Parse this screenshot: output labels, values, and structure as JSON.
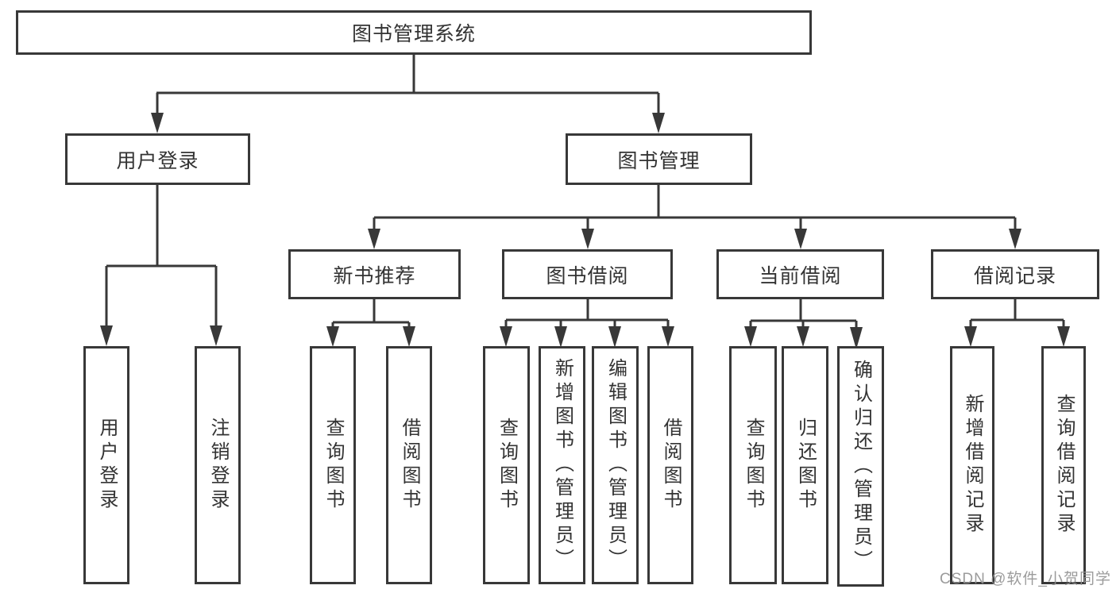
{
  "colors": {
    "line": "#383838",
    "text": "#333333",
    "background": "#ffffff",
    "watermark": "#919191"
  },
  "nodes": {
    "root": "图书管理系统",
    "user_login": "用户登录",
    "book_management": "图书管理",
    "login_user_login": "用户登录",
    "login_logout": "注销登录",
    "new_book_recommend": "新书推荐",
    "book_borrow": "图书借阅",
    "current_borrow": "当前借阅",
    "borrow_records": "借阅记录",
    "nbr_query_books": "查询图书",
    "nbr_borrow_books": "借阅图书",
    "bb_query_books": "查询图书",
    "bb_add_books": "新增图书（管理员）",
    "bb_edit_books": "编辑图书（管理员）",
    "bb_borrow_books": "借阅图书",
    "cb_query_books": "查询图书",
    "cb_return_books": "归还图书",
    "cb_confirm_return": "确认归还（管理员）",
    "br_add_record": "新增借阅记录",
    "br_query_record": "查询借阅记录"
  },
  "tree": {
    "图书管理系统": {
      "用户登录": [
        "用户登录",
        "注销登录"
      ],
      "图书管理": {
        "新书推荐": [
          "查询图书",
          "借阅图书"
        ],
        "图书借阅": [
          "查询图书",
          "新增图书（管理员）",
          "编辑图书（管理员）",
          "借阅图书"
        ],
        "当前借阅": [
          "查询图书",
          "归还图书",
          "确认归还（管理员）"
        ],
        "借阅记录": [
          "新增借阅记录",
          "查询借阅记录"
        ]
      }
    }
  },
  "watermark": "CSDN @软件_小贺同学"
}
